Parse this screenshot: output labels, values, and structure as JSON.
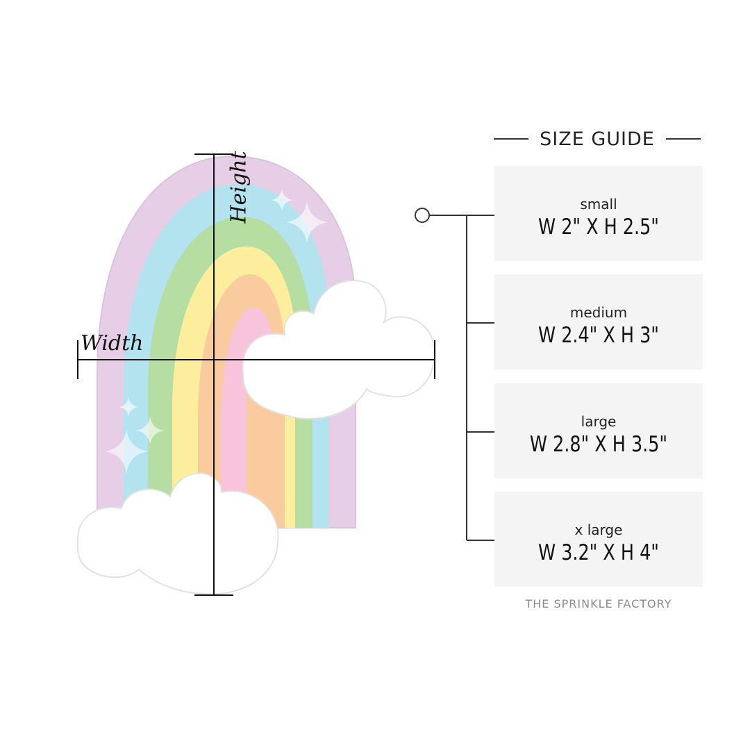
{
  "guide": {
    "title": "SIZE GUIDE",
    "sizes": [
      {
        "name": "small",
        "dims": "W 2\" X H 2.5\""
      },
      {
        "name": "medium",
        "dims": "W 2.4\" X H 3\""
      },
      {
        "name": "large",
        "dims": "W 2.8\" X H 3.5\""
      },
      {
        "name": "x large",
        "dims": "W 3.2\" X H 4\""
      }
    ]
  },
  "brand": "THE SPRINKLE FACTORY",
  "labels": {
    "width": "Width",
    "height": "Height"
  },
  "colors": {
    "lavender": "#e6cfe6",
    "blue": "#b2e3ef",
    "green": "#b6dea2",
    "yellow": "#fcee9d",
    "orange": "#f9cb9f",
    "pink": "#f8c4dc",
    "cloud": "#ffffff",
    "card": "#f4f4f4",
    "line": "#111111"
  }
}
